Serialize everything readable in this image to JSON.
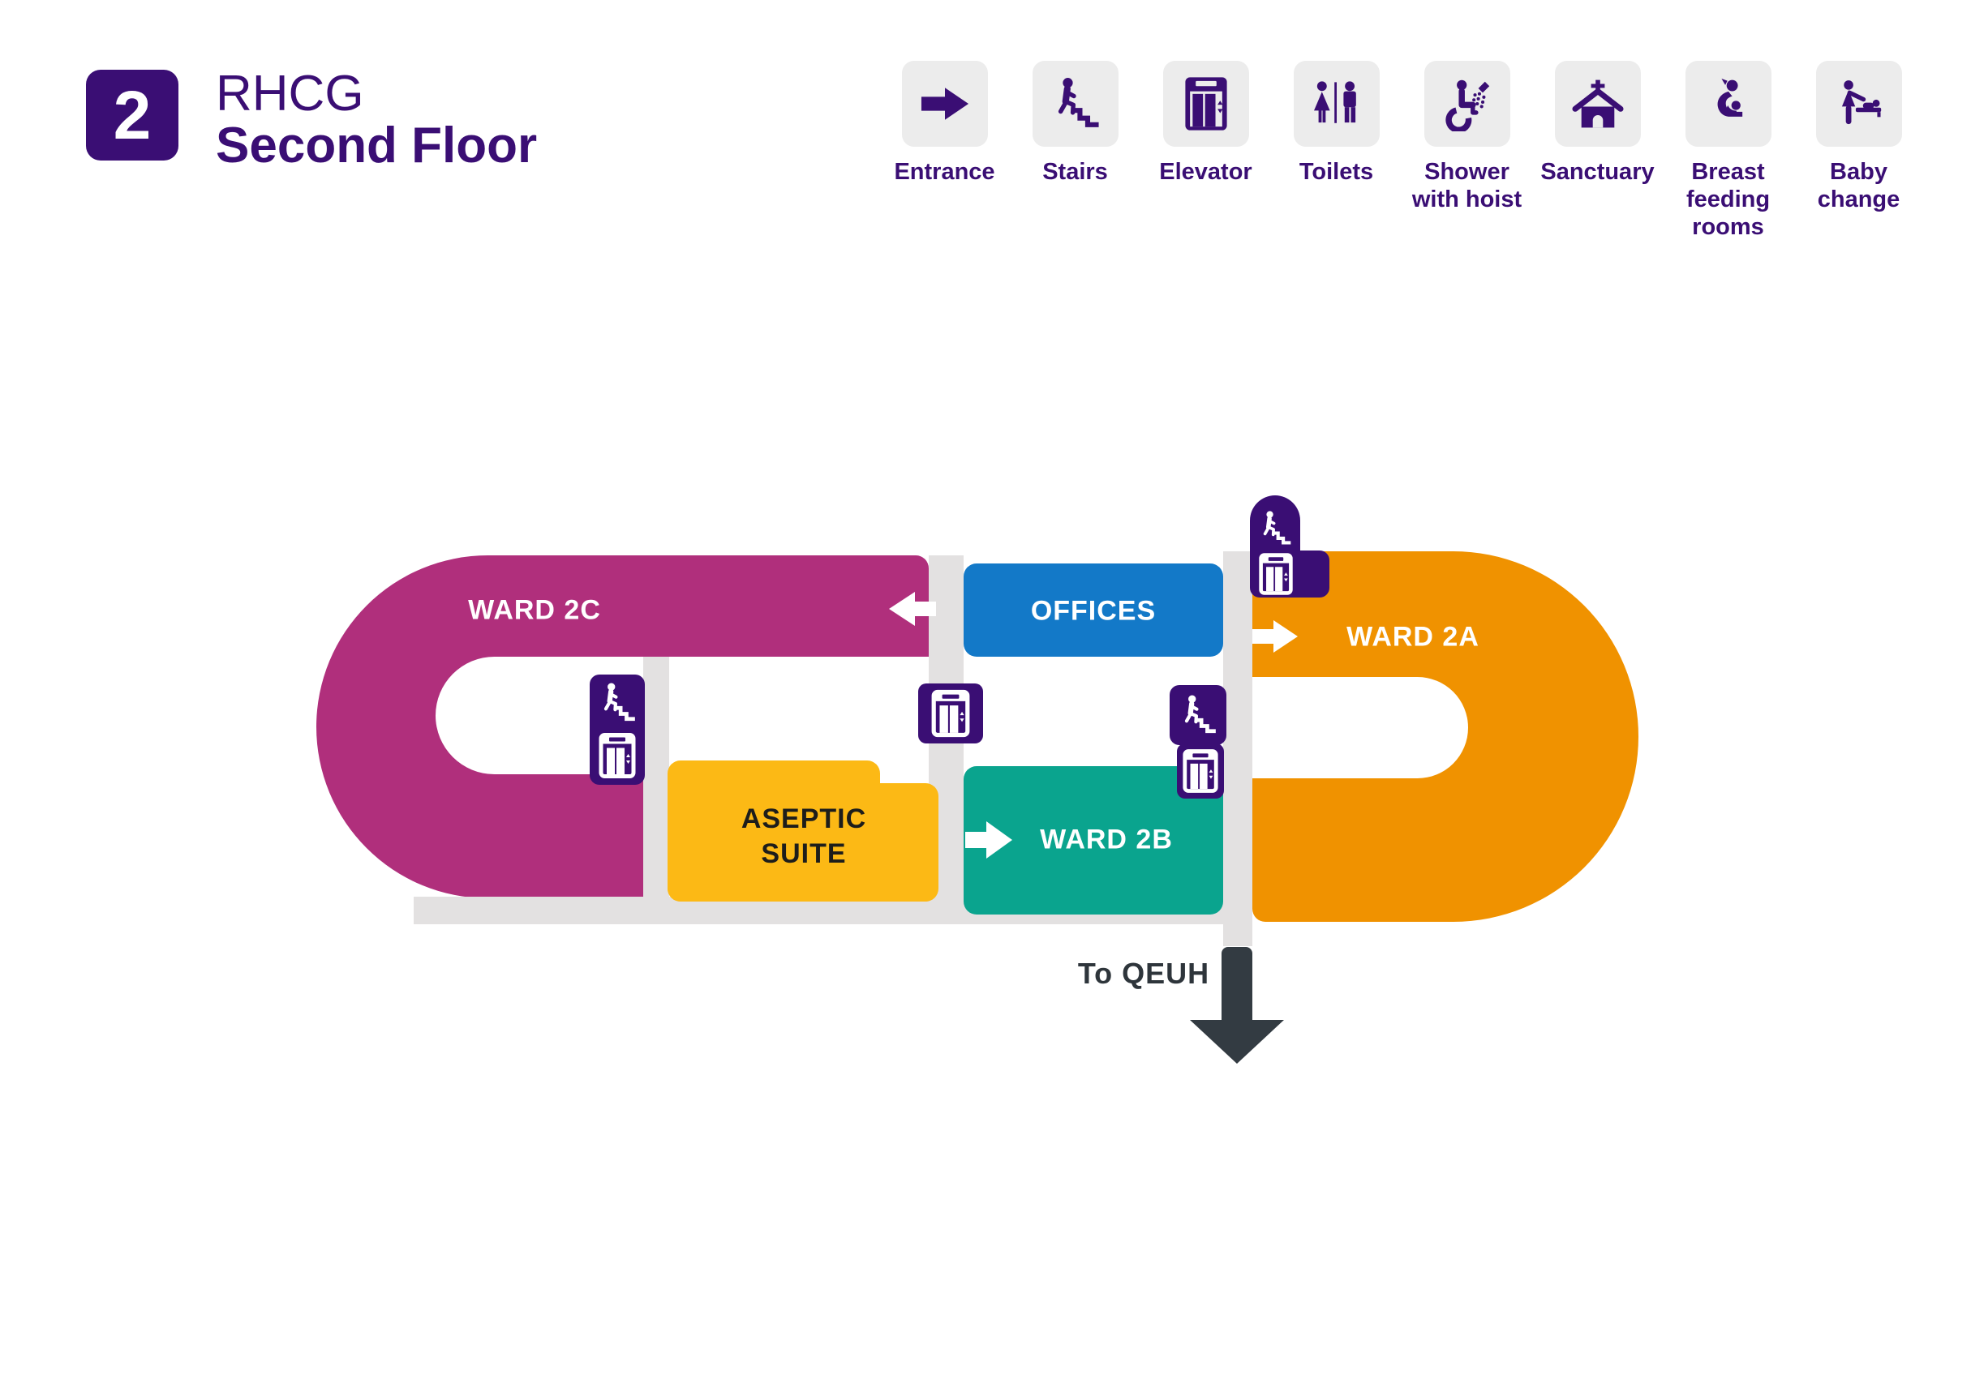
{
  "header": {
    "floor_number": "2",
    "building": "RHCG",
    "floor_label": "Second Floor"
  },
  "legend": {
    "items": [
      {
        "id": "entrance",
        "icon": "entrance-arrow-icon",
        "lines": [
          "Entrance"
        ]
      },
      {
        "id": "stairs",
        "icon": "stairs-icon",
        "lines": [
          "Stairs"
        ]
      },
      {
        "id": "elevator",
        "icon": "elevator-icon",
        "lines": [
          "Elevator"
        ]
      },
      {
        "id": "toilets",
        "icon": "toilets-icon",
        "lines": [
          "Toilets"
        ]
      },
      {
        "id": "shower-with-hoist",
        "icon": "shower-hoist-icon",
        "lines": [
          "Shower",
          "with hoist"
        ]
      },
      {
        "id": "sanctuary",
        "icon": "church-icon",
        "lines": [
          "Sanctuary"
        ]
      },
      {
        "id": "breast-feeding-rooms",
        "icon": "breastfeeding-icon",
        "lines": [
          "Breast",
          "feeding",
          "rooms"
        ]
      },
      {
        "id": "baby-change",
        "icon": "baby-change-icon",
        "lines": [
          "Baby",
          "change"
        ]
      }
    ]
  },
  "map": {
    "rooms": [
      {
        "id": "ward-2c",
        "label": "WARD 2C",
        "color": "#b02f7c"
      },
      {
        "id": "offices",
        "label": "OFFICES",
        "color": "#1379c8"
      },
      {
        "id": "ward-2a",
        "label": "WARD 2A",
        "color": "#f09200"
      },
      {
        "id": "ward-2b",
        "label": "WARD 2B",
        "color": "#0aa48e"
      },
      {
        "id": "aseptic-suite",
        "label_line1": "ASEPTIC",
        "label_line2": "SUITE",
        "color": "#fcb915"
      }
    ],
    "exit_label": "To QEUH",
    "facility_markers": [
      {
        "id": "core-west",
        "icons": [
          "stairs",
          "elevator"
        ]
      },
      {
        "id": "core-center",
        "icons": [
          "elevator"
        ]
      },
      {
        "id": "core-east",
        "icons": [
          "stairs",
          "elevator"
        ]
      },
      {
        "id": "core-north",
        "icons": [
          "stairs",
          "elevator"
        ]
      }
    ]
  },
  "colors": {
    "purple": "#3a0e74",
    "magenta": "#b02f7c",
    "blue": "#1379c8",
    "teal": "#0aa48e",
    "orange": "#f09200",
    "yellow": "#fcb915",
    "corridor_gray": "#e3e1e1",
    "legend_box_gray": "#ececec",
    "exit_dark": "#333b42"
  }
}
